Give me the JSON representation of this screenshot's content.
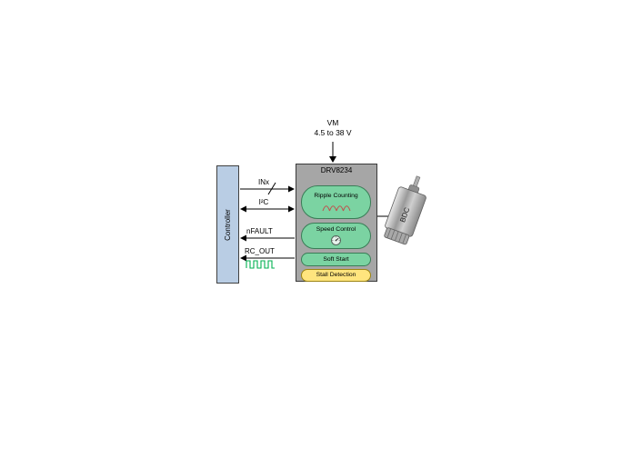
{
  "supply": {
    "name": "VM",
    "range": "4.5 to 38 V"
  },
  "controller": {
    "label": "Controller"
  },
  "device": {
    "title": "DRV8234",
    "features": [
      {
        "label": "Ripple Counting",
        "color": "green",
        "icon": "ripple-waveform-icon"
      },
      {
        "label": "Speed Control",
        "color": "green",
        "icon": "gauge-icon"
      },
      {
        "label": "Soft Start",
        "color": "green"
      },
      {
        "label": "Stall Detection",
        "color": "yellow"
      }
    ]
  },
  "signals": {
    "inx": "INx",
    "i2c": "I²C",
    "nfault": "nFAULT",
    "rcout": "RC_OUT"
  },
  "motor": {
    "label": "BDC"
  },
  "icons": {
    "ripple": "ripple-waveform-icon",
    "gauge": "gauge-icon",
    "square_wave": "square-wave-icon"
  },
  "colors": {
    "controller_fill": "#b9cde4",
    "device_fill": "#a6a6a6",
    "feature_green": "#7bd3a2",
    "feature_yellow": "#ffe57e",
    "ripple_waveform": "#c0504d",
    "square_wave": "#00b050",
    "line": "#000000"
  }
}
